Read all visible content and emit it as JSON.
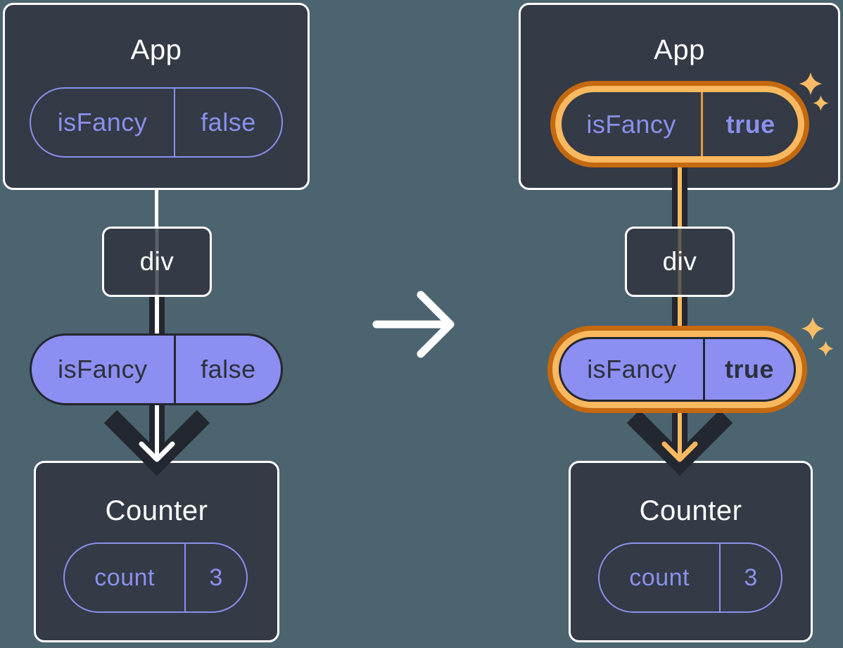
{
  "diagram": {
    "description": "Component tree state transition, before and after isFancy flips",
    "before": {
      "app": {
        "title": "App",
        "state": {
          "name": "isFancy",
          "value": "false"
        }
      },
      "container": {
        "label": "div"
      },
      "prop": {
        "name": "isFancy",
        "value": "false"
      },
      "counter": {
        "title": "Counter",
        "state": {
          "name": "count",
          "value": "3"
        }
      }
    },
    "after": {
      "app": {
        "title": "App",
        "state": {
          "name": "isFancy",
          "value": "true"
        }
      },
      "container": {
        "label": "div"
      },
      "prop": {
        "name": "isFancy",
        "value": "true"
      },
      "counter": {
        "title": "Counter",
        "state": {
          "name": "count",
          "value": "3"
        }
      }
    },
    "icons": {
      "transition": "arrow-right-icon",
      "highlight": "sparkle-icon"
    },
    "palette": {
      "background": "#4C646F",
      "card_fill": "#343A46",
      "outline_dark": "#23272F",
      "purple_fill": "#8D8EF1",
      "purple_accent": "#8A91EC",
      "highlight_orange": "#FBB95F",
      "highlight_orange_dark": "#C5690F",
      "white": "#FFFFFF"
    }
  }
}
